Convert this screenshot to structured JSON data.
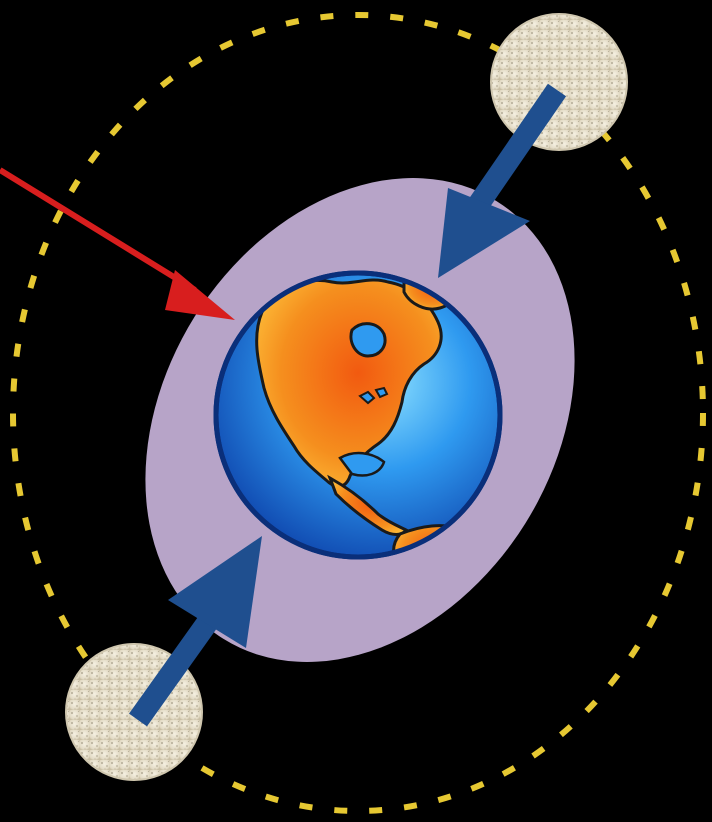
{
  "diagram": {
    "background_color": "#000000",
    "orbit_color": "#e6c832",
    "bulge_color": "#b7a4c8",
    "ocean_color": "#1f7fe0",
    "land_color": "#f08a1c",
    "moon_color": "#e9e2cf",
    "pull_arrow_color": "#1f4f8f",
    "incoming_arrow_color": "#d81e1e",
    "elements": {
      "orbit": "orbit-path",
      "bulge": "tidal-bulge",
      "earth": "earth-globe",
      "moons": [
        "moon-top-right",
        "moon-bottom-left"
      ],
      "arrows": [
        "gravity-arrow-top",
        "gravity-arrow-bottom",
        "incoming-red-arrow"
      ]
    }
  }
}
